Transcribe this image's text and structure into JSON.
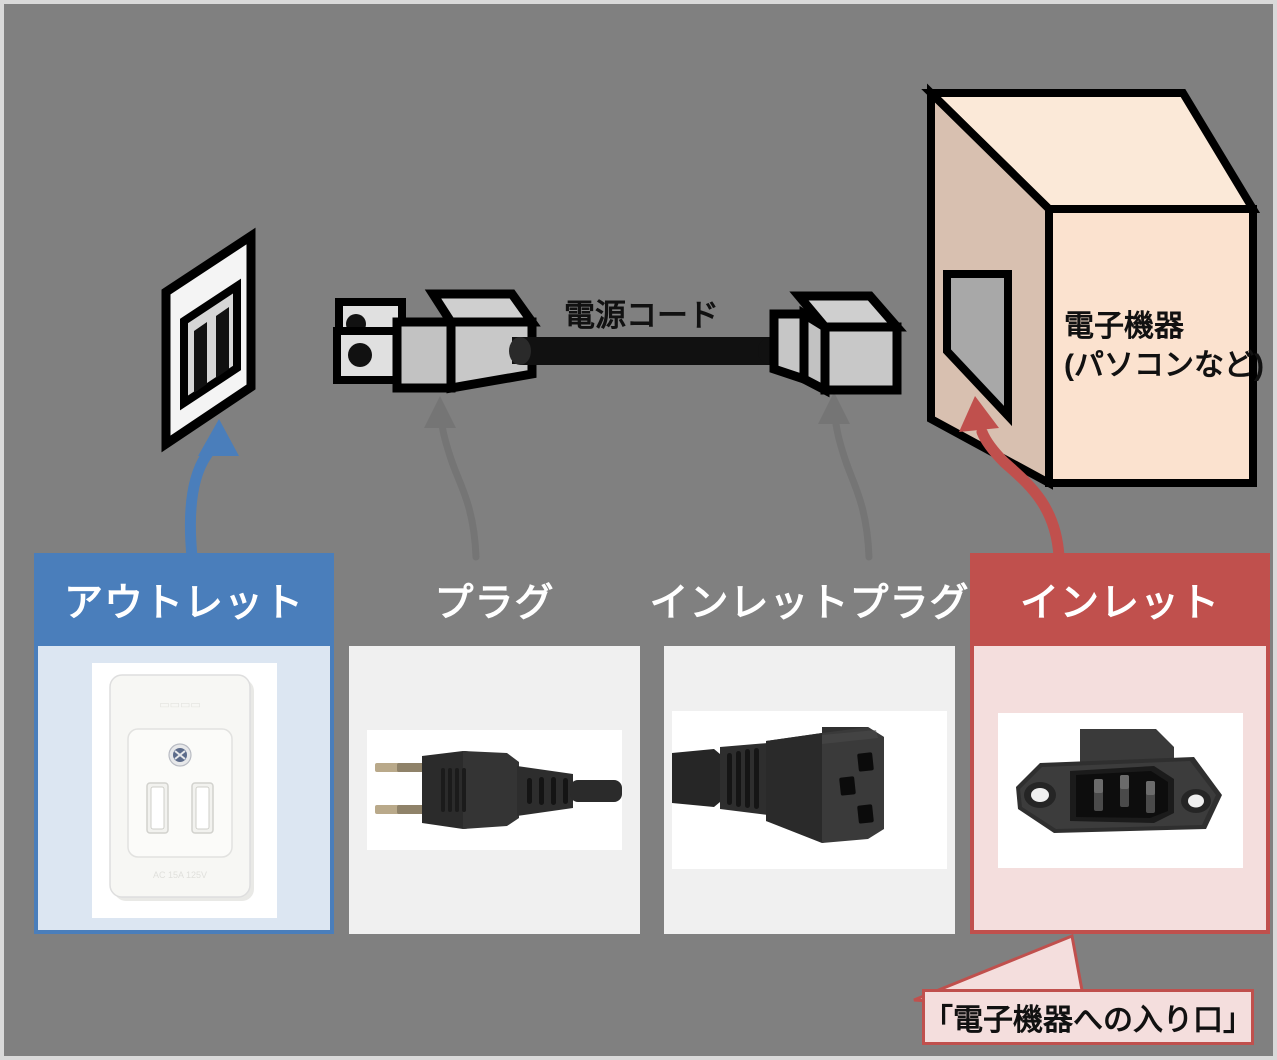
{
  "page": {
    "background_color": "#808080",
    "frame_border_color": "#d9d9d9"
  },
  "diagram": {
    "cord_label": "電源コード",
    "device_label_line1": "電子機器",
    "device_label_line2": "(パソコンなど)",
    "outlet_icon": "wall-outlet-isometric",
    "plug_icon": "plug-isometric",
    "inlet_plug_icon": "inlet-plug-isometric",
    "device_icon": "device-box-isometric",
    "device_color": "#fbe2cf",
    "device_side_color": "#d8c0b0",
    "inlet_port_color": "#a8a8a8"
  },
  "arrows": {
    "outlet_arrow_color": "#4a7ebb",
    "plug_arrow_color": "#757575",
    "inlet_plug_arrow_color": "#757575",
    "inlet_arrow_color": "#c0504d"
  },
  "cards": [
    {
      "id": "outlet",
      "label": "アウトレット",
      "header_color": "#4a7ebb",
      "body_color": "#dce6f2",
      "border_color": "#4a7ebb",
      "highlighted": "true",
      "photo_alt": "wall-outlet-photo"
    },
    {
      "id": "plug",
      "label": "プラグ",
      "header_color": "transparent",
      "body_color": "#f0f0f0",
      "border_color": "none",
      "highlighted": "false",
      "photo_alt": "power-plug-photo"
    },
    {
      "id": "inlet-plug",
      "label": "インレットプラグ",
      "header_color": "transparent",
      "body_color": "#f0f0f0",
      "border_color": "none",
      "highlighted": "false",
      "photo_alt": "iec-c13-connector-photo"
    },
    {
      "id": "inlet",
      "label": "インレット",
      "header_color": "#c0504d",
      "body_color": "#f4dedd",
      "border_color": "#c0504d",
      "highlighted": "true",
      "photo_alt": "iec-c14-inlet-photo"
    }
  ],
  "callout": {
    "text": "「電子機器への入り口」",
    "background_color": "#f4dedd",
    "border_color": "#c0504d"
  }
}
